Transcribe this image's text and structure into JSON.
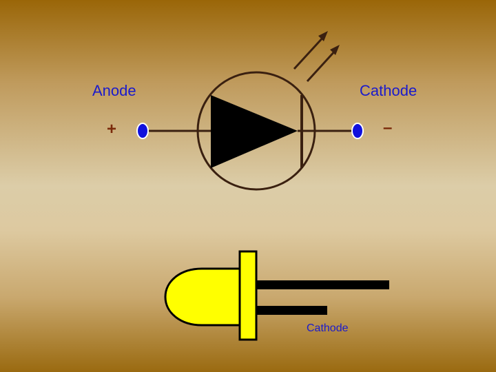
{
  "labels": {
    "anode": "Anode",
    "cathode": "Cathode",
    "plus": "+",
    "minus": "–",
    "led_cathode": "Cathode"
  },
  "colors": {
    "wire": "#3a2010",
    "terminal": "#1010dd",
    "led_body": "#ffff00",
    "led_leads": "#000000",
    "label_text": "#1a1acc"
  },
  "icons": {
    "symbol": "led-schematic-symbol",
    "light": "light-emission-arrows",
    "component": "led-component-drawing"
  }
}
